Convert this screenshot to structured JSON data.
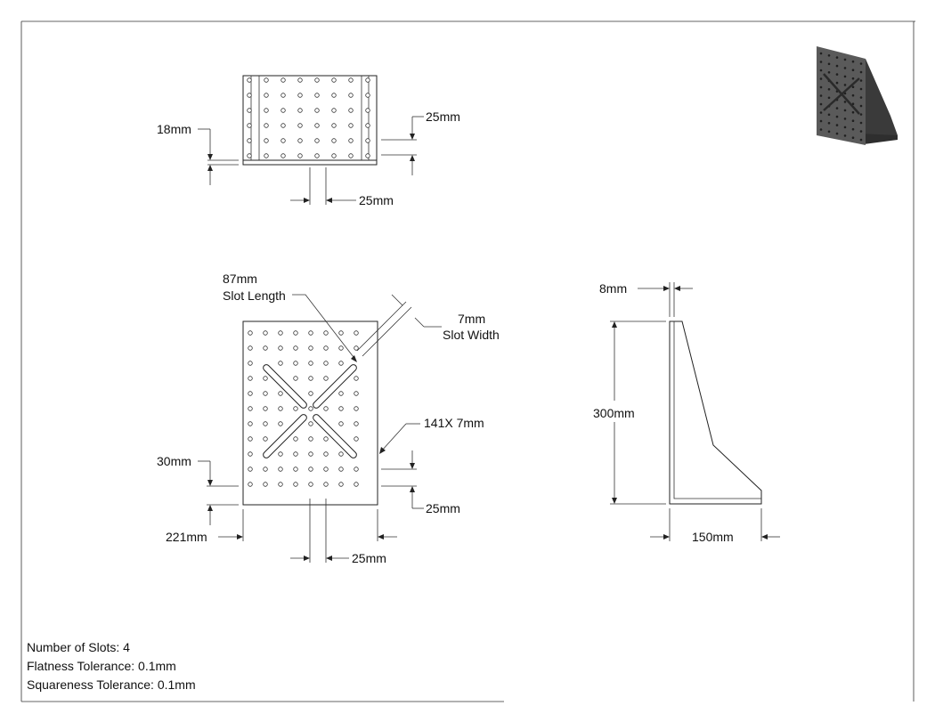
{
  "top_view": {
    "dim_height": "18mm",
    "dim_hole_row": "25mm",
    "dim_hole_col": "25mm"
  },
  "front_view": {
    "slot_length_value": "87mm",
    "slot_length_label": "Slot Length",
    "slot_width_value": "7mm",
    "slot_width_label": "Slot Width",
    "slot_spec": "141X 7mm",
    "dim_edge": "30mm",
    "dim_width": "221mm",
    "dim_hole_row": "25mm",
    "dim_hole_col": "25mm"
  },
  "side_view": {
    "dim_thickness": "8mm",
    "dim_height": "300mm",
    "dim_base": "150mm"
  },
  "notes": {
    "slots": "Number of Slots: 4",
    "flatness": "Flatness Tolerance: 0.1mm",
    "squareness": "Squareness Tolerance: 0.1mm"
  },
  "colors": {
    "line": "#222222",
    "preview_body": "#5a5a5a",
    "preview_dark": "#3a3a3a"
  }
}
